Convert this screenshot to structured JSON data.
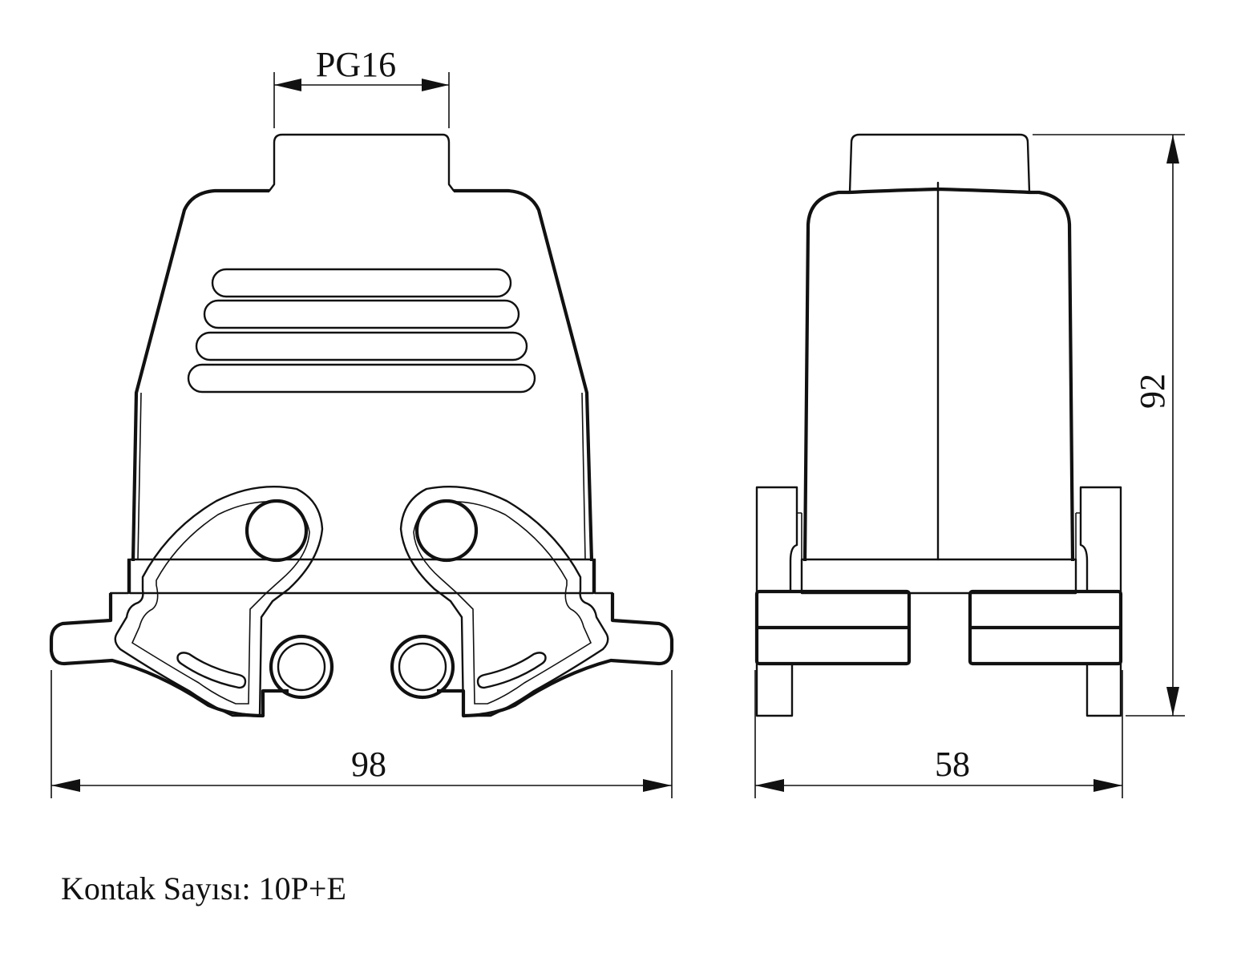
{
  "dimensions": {
    "thread_label": "PG16",
    "width_front": "98",
    "width_side": "58",
    "height_side": "92"
  },
  "caption": {
    "label": "Kontak Sayısı:",
    "value": "10P+E"
  }
}
